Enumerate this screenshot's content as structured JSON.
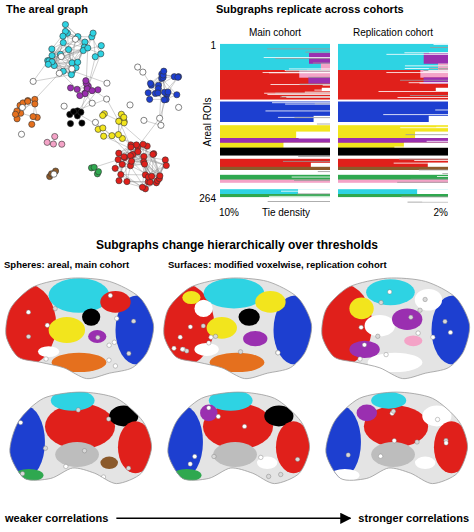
{
  "diagram": {
    "nodes": [
      {
        "text": [
          "weaker correlations"
        ]
      },
      {
        "text": [
          "stronger correlations"
        ]
      }
    ],
    "edges": [
      {
        "from": 0,
        "to": 1,
        "arrow": "to"
      }
    ],
    "labels": [
      "The areal graph",
      "Subgraphs replicate across cohorts",
      "Main cohort",
      "Replication cohort",
      "1",
      "Areal ROIs",
      "264",
      "10%",
      "Tie density",
      "2%",
      "Subgraphs change hierarchically over thresholds",
      "Spheres: areal, main cohort",
      "Surfaces: modified voxelwise, replication cohort"
    ]
  }
}
